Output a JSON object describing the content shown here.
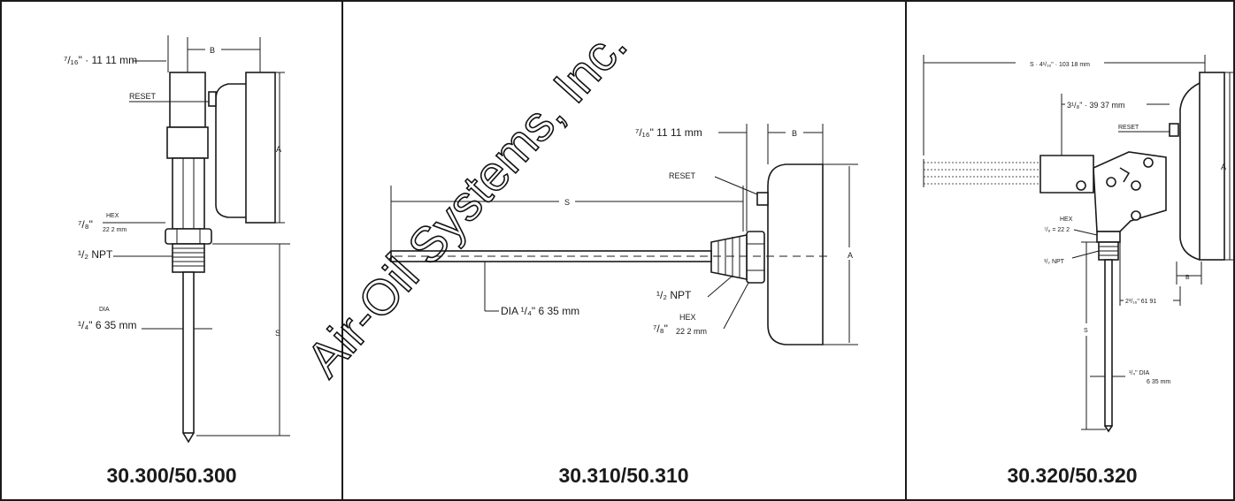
{
  "watermark": "Air-Oil Systems, Inc.",
  "colors": {
    "ink": "#1a1a1a",
    "background": "#ffffff"
  },
  "panels": [
    {
      "model": "30.300/50.300",
      "labels": {
        "top_dim": "⁷/₁₆\" · 11 11 mm",
        "b": "B",
        "reset": "RESET",
        "a": "A",
        "hex_frac": "⁷/₈\"",
        "hex": "HEX",
        "hex_mm": "22 2 mm",
        "npt": "¹/₂ NPT",
        "dia": "DIA",
        "dia_val": "¹/₄\" 6 35 mm",
        "s": "S"
      }
    },
    {
      "model": "30.310/50.310",
      "labels": {
        "top_dim": "⁷/₁₆\"  11 11 mm",
        "b": "B",
        "reset": "RESET",
        "s": "S",
        "a": "A",
        "npt": "¹/₂ NPT",
        "dia": "DIA  ¹/₄\" 6 35 mm",
        "hex_frac": "⁷/₈\"",
        "hex": "HEX",
        "hex_mm": "22 2 mm"
      }
    },
    {
      "model": "30.320/50.320",
      "labels": {
        "s_top": "S · 4¹/₁₆\" · 103 18 mm",
        "dim2": "3¹/₈\" · 39 37 mm",
        "reset": "RESET",
        "a": "A",
        "hex": "HEX",
        "hex_val": "⁷/₈ = 22 2",
        "npt": "¹/₂ NPT",
        "b": "B",
        "dim3": "2³/₁₆\" 61 91",
        "s": "S",
        "dia": "¹/₄\" DIA",
        "dia_mm": "6 35 mm"
      }
    }
  ]
}
